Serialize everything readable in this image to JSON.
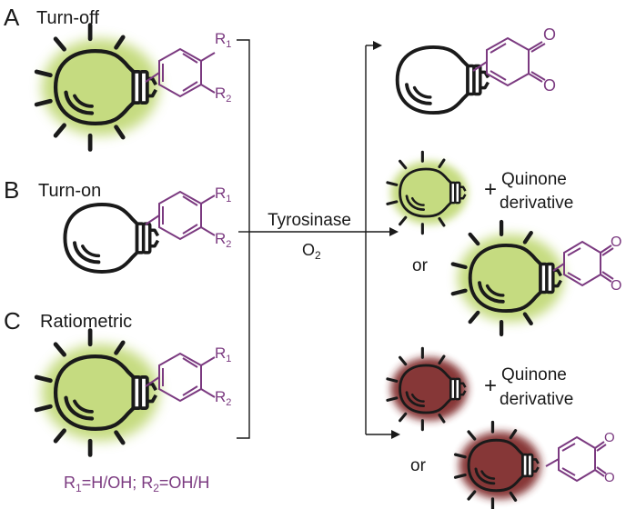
{
  "panels": [
    {
      "letter": "A",
      "title": "Turn-off",
      "bulb": "lit-green-bulb-icon"
    },
    {
      "letter": "B",
      "title": "Turn-on",
      "bulb": "unlit-bulb-icon"
    },
    {
      "letter": "C",
      "title": "Ratiometric",
      "bulb": "lit-green-bulb-icon"
    }
  ],
  "substituents": {
    "r": "R",
    "sub1": "1",
    "sub2": "2",
    "legend": {
      "r1": "R",
      "s1": "1",
      "eq1": "=H/OH; R",
      "s2": "2",
      "eq2": "=OH/H"
    }
  },
  "reaction": {
    "enzyme": "Tyrosinase",
    "oxidant": "O",
    "oxidant_sub": "2"
  },
  "products": {
    "ketone_o": "O",
    "plus": "+",
    "quinone_line1": "Quinone",
    "quinone_line2": "derivative",
    "or": "or"
  },
  "colors": {
    "green_glow": "#bcd56a",
    "red_glow": "#7a2020",
    "molecule": "#7b3a80",
    "ink": "#1a1a1a"
  }
}
